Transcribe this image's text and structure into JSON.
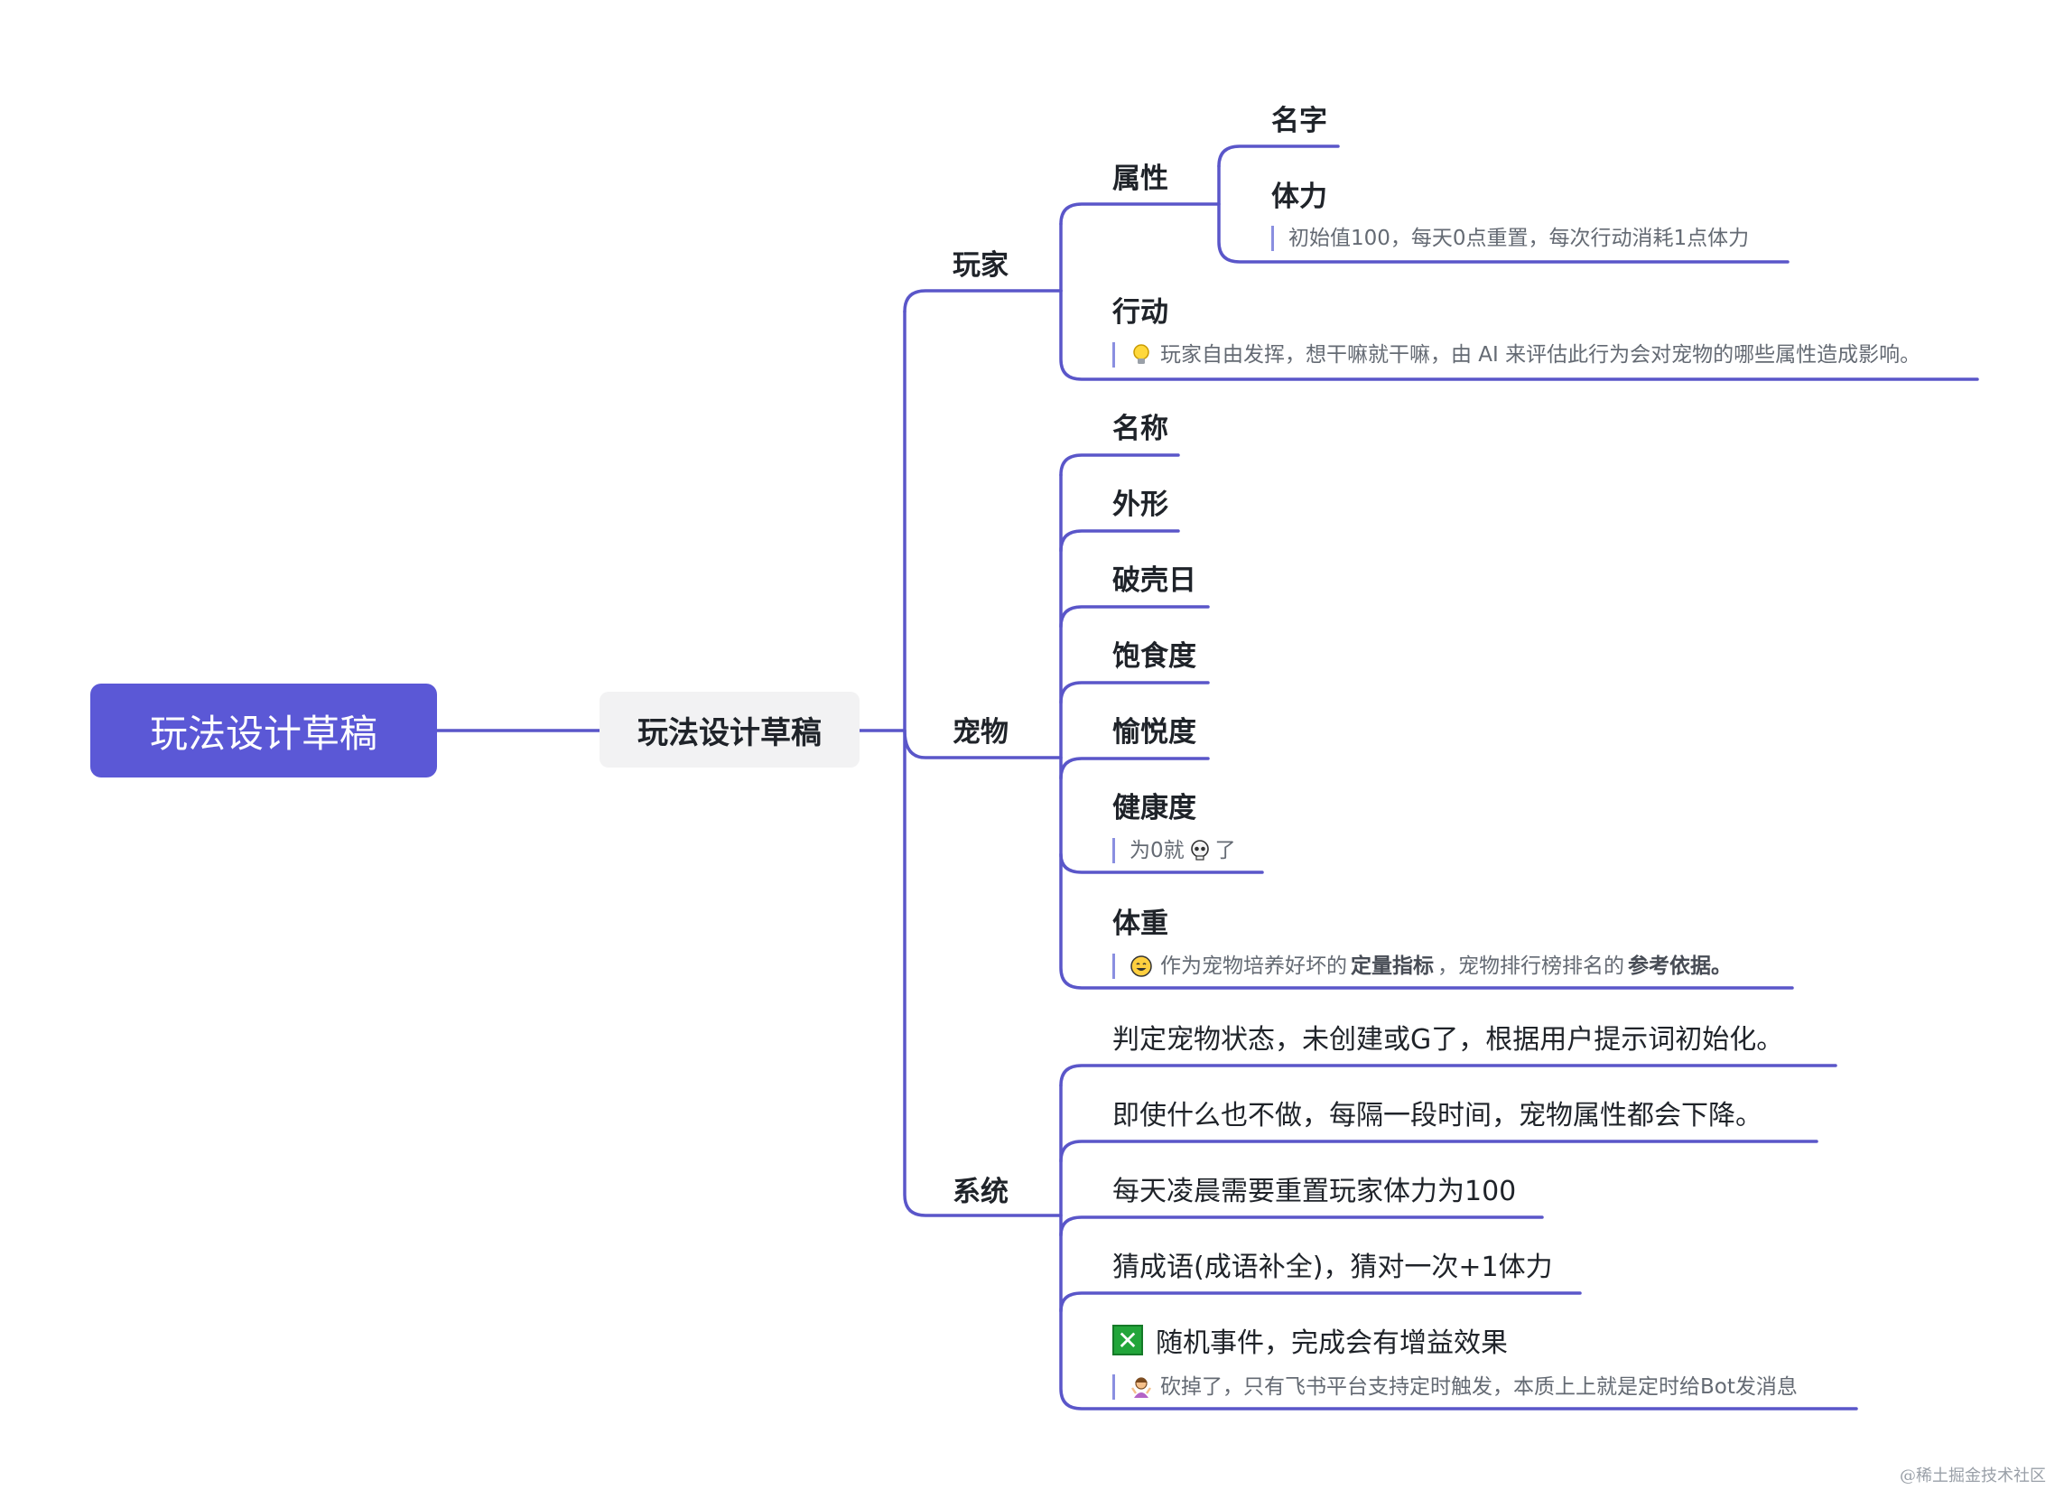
{
  "root": {
    "label": "玩法设计草稿"
  },
  "center": {
    "label": "玩法设计草稿"
  },
  "branches": {
    "player": {
      "label": "玩家",
      "attributes": {
        "label": "属性",
        "name": "名字",
        "stamina": {
          "label": "体力",
          "note": "初始值100，每天0点重置，每次行动消耗1点体力"
        }
      },
      "action": {
        "label": "行动",
        "note": "玩家自由发挥，想干嘛就干嘛，由 AI 来评估此行为会对宠物的哪些属性造成影响。"
      }
    },
    "pet": {
      "label": "宠物",
      "items": {
        "name": "名称",
        "appearance": "外形",
        "hatch_day": "破壳日",
        "satiety": "饱食度",
        "joy": "愉悦度",
        "health": {
          "label": "健康度",
          "note_prefix": "为0就",
          "note_suffix": "了"
        },
        "weight": {
          "label": "体重",
          "note_a": "作为宠物培养好坏的",
          "note_b": "定量指标",
          "note_c": "，宠物排行榜排名的",
          "note_d": "参考依据",
          "note_e": "。"
        }
      }
    },
    "system": {
      "label": "系统",
      "items": [
        "判定宠物状态，未创建或G了，根据用户提示词初始化。",
        "即使什么也不做，每隔一段时间，宠物属性都会下降。",
        "每天凌晨需要重置玩家体力为100",
        "猜成语(成语补全)，猜对一次+1体力"
      ],
      "random_event": {
        "label": "随机事件，完成会有增益效果",
        "note": "砍掉了，只有飞书平台支持定时触发，本质上上就是定时给Bot发消息"
      }
    }
  },
  "watermark": "@稀土掘金技术社区",
  "colors": {
    "line": "#5a56c9",
    "root_fill": "#5b58d6",
    "center_fill": "#f2f2f3"
  },
  "icons": {
    "action_note": "lightbulb-icon",
    "health_note": "skull-icon",
    "weight_note": "grinning-face-icon",
    "random_event": "cross-mark-button-icon",
    "random_event_note": "person-gesturing-icon"
  }
}
